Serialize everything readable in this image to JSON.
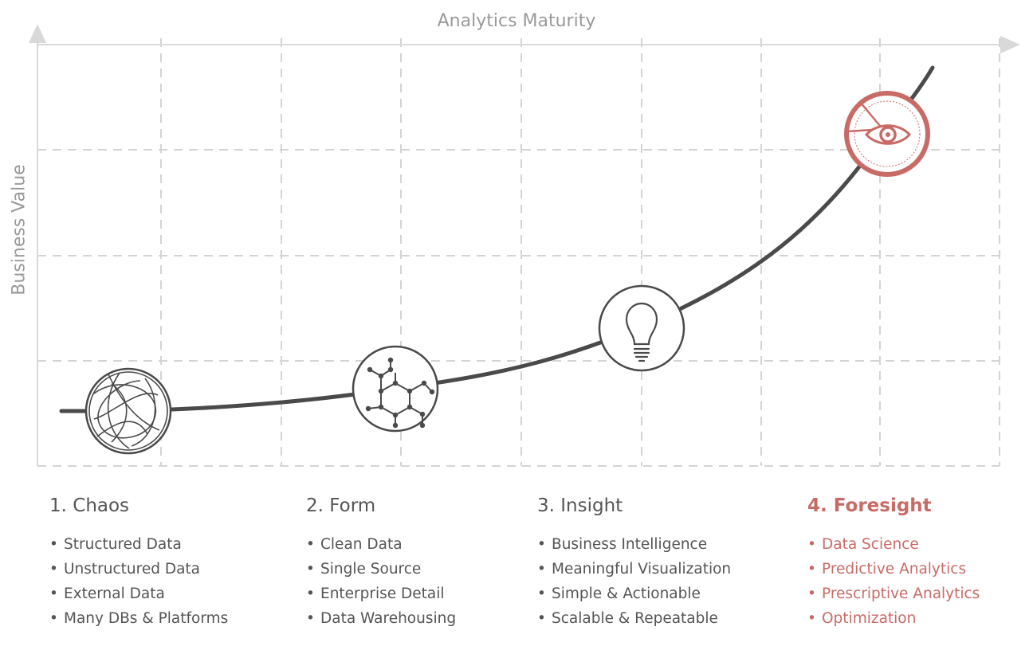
{
  "axes": {
    "x_label": "Analytics Maturity",
    "y_label": "Business Value"
  },
  "stages": [
    {
      "title": "1. Chaos",
      "icon": "tangled-sphere-icon",
      "items": [
        "Structured Data",
        "Unstructured Data",
        "External Data",
        "Many DBs & Platforms"
      ]
    },
    {
      "title": "2. Form",
      "icon": "molecule-icon",
      "items": [
        "Clean Data",
        "Single Source",
        "Enterprise Detail",
        "Data Warehousing"
      ]
    },
    {
      "title": "3. Insight",
      "icon": "lightbulb-icon",
      "items": [
        "Business Intelligence",
        "Meaningful Visualization",
        "Simple & Actionable",
        "Scalable & Repeatable"
      ]
    },
    {
      "title": "4. Foresight",
      "icon": "eye-icon",
      "items": [
        "Data Science",
        "Predictive Analytics",
        "Prescriptive Analytics",
        "Optimization"
      ]
    }
  ],
  "colors": {
    "highlight": "#c86b66",
    "curve": "#4a4a4a",
    "grid": "#d4d4d4",
    "axis": "#d9d9d9",
    "text": "#555555",
    "axis_text": "#9a9a9a"
  }
}
